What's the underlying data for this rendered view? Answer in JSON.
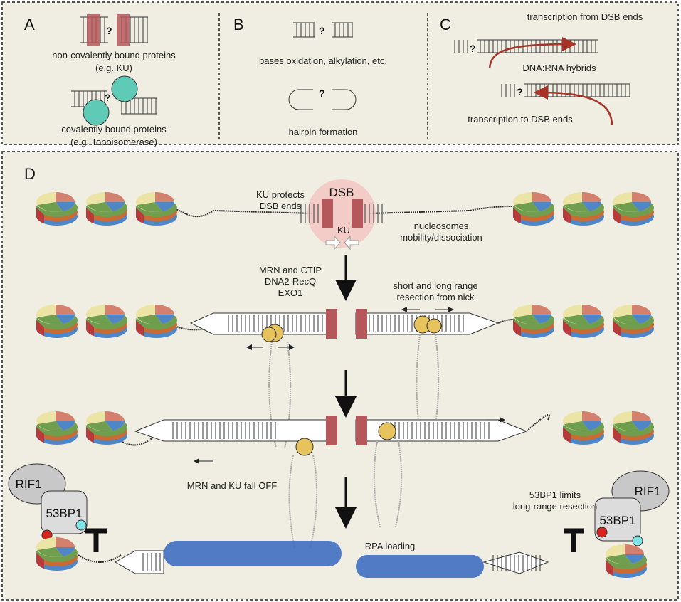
{
  "panels": {
    "a": {
      "letter": "A",
      "q1": "?",
      "label1": "non-covalently bound proteins",
      "label1b": "(e.g. KU)",
      "q2": "?",
      "label2": "covalently bound proteins",
      "label2b": "(e.g. Topoisomerase)"
    },
    "b": {
      "letter": "B",
      "q1": "?",
      "label1": "bases oxidation, alkylation, etc.",
      "q2": "?",
      "label2": "hairpin formation"
    },
    "c": {
      "letter": "C",
      "top_label": "transcription from DSB ends",
      "q1": "?",
      "middle_label": "DNA:RNA hybrids",
      "q2": "?",
      "bottom_label": "transcription to DSB ends"
    },
    "d": {
      "letter": "D",
      "dsb": "DSB",
      "ku_protects": "KU protects",
      "ku_protects_b": "DSB ends",
      "ku": "KU",
      "nucleosomes": "nucleosomes",
      "nucleosomes_b": "mobility/dissociation",
      "mrn_ctip": "MRN and CTIP",
      "dna2": "DNA2-RecQ",
      "exo1": "EXO1",
      "short_long": "short and long range",
      "short_long_b": "resection from nick",
      "mrn_ku_off": "MRN and KU fall OFF",
      "rpa": "RPA loading",
      "limits": "53BP1 limits",
      "limits_b": "long-range resection",
      "rif1_left": "RIF1",
      "bp1_left": "53BP1",
      "rif1_right": "RIF1",
      "bp1_right": "53BP1"
    }
  },
  "colors": {
    "background": "#f0eee2",
    "ku_block": "#b5585c",
    "dsb_halo": "#f4c6c2",
    "topoisomerase": "#5fcab5",
    "rna": "#a83226",
    "rpa": "#3f6fc2",
    "nucleosome_red": "#d4806f",
    "nucleosome_yellow": "#ece4a4",
    "nucleosome_blue": "#4f86c7",
    "nucleosome_green": "#6f9e4e",
    "phospho_red": "#d8231c",
    "phospho_cyan": "#7fe3e6"
  }
}
